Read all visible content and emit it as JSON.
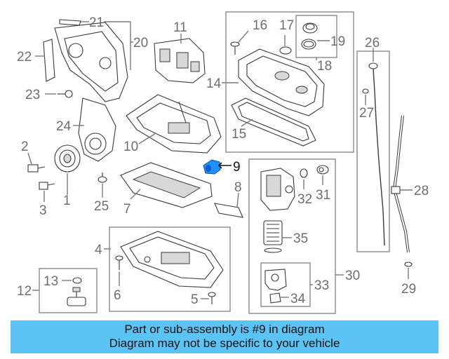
{
  "callouts": {
    "c1": "1",
    "c2": "2",
    "c3": "3",
    "c4": "4",
    "c5": "5",
    "c6": "6",
    "c7": "7",
    "c8": "8",
    "c9": "9",
    "c10": "10",
    "c11": "11",
    "c12": "12",
    "c13": "13",
    "c14": "14",
    "c15": "15",
    "c16": "16",
    "c17": "17",
    "c18": "18",
    "c19": "19",
    "c20": "20",
    "c21": "21",
    "c22": "22",
    "c23": "23",
    "c24": "24",
    "c25": "25",
    "c26": "26",
    "c27": "27",
    "c28": "28",
    "c29": "29",
    "c30": "30",
    "c31": "31",
    "c32": "32",
    "c33": "33",
    "c34": "34",
    "c35": "35"
  },
  "highlight": {
    "part_number": "9",
    "color": "#1e90ff"
  },
  "banner": {
    "line1": "Part or sub-assembly is #9 in diagram",
    "line2": "Diagram may not be specific to your vehicle",
    "color": "#5cc4f5"
  }
}
